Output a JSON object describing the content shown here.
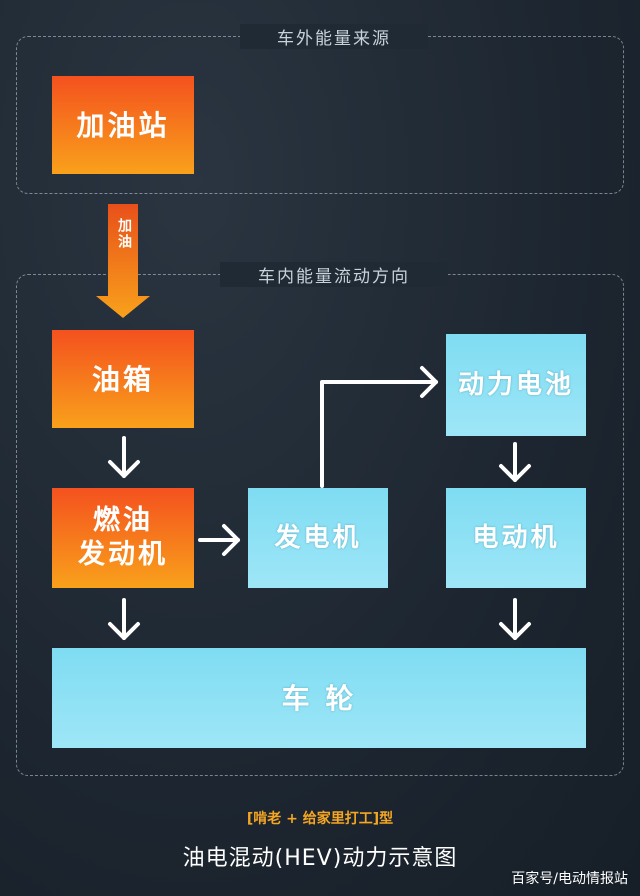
{
  "regions": {
    "external_title": "车外能量来源",
    "internal_title": "车内能量流动方向"
  },
  "nodes": {
    "gas_station": "加油站",
    "fuel_tank": "油箱",
    "fuel_engine": "燃油\n发动机",
    "generator": "发电机",
    "battery": "动力电池",
    "motor": "电动机",
    "wheels": "车 轮"
  },
  "edges": {
    "refuel_label": "加油"
  },
  "caption": {
    "subtitle": "[啃老 + 给家里打工]型",
    "title": "油电混动(HEV)动力示意图"
  },
  "watermark": "百家号/电动情报站",
  "colors": {
    "orange_top": "#f4511e",
    "orange_bottom": "#f9a11b",
    "blue": "#8fe2f5",
    "arrow": "#ffffff",
    "accent_caption": "#f5a623"
  }
}
